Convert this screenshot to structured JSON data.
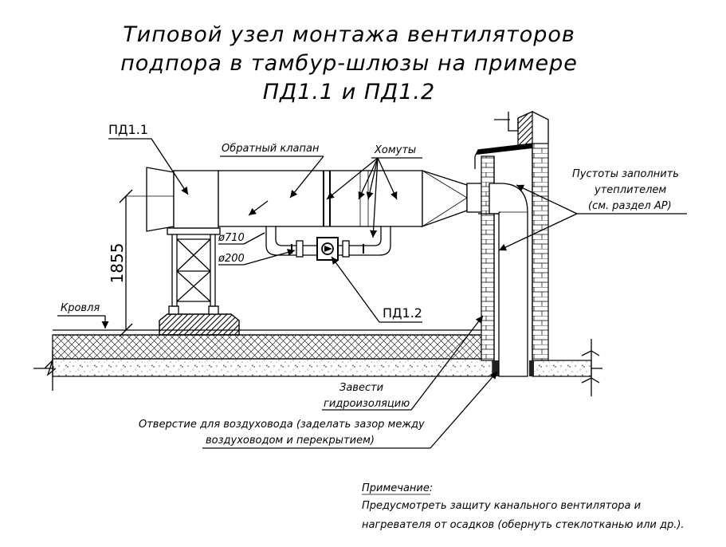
{
  "title": {
    "line1": "Типовой узел монтажа вентиляторов",
    "line2": "подпора в тамбур-шлюзы на примере",
    "line3": "ПД1.1  и  ПД1.2"
  },
  "labels": {
    "pd11": "ПД1.1",
    "pd12": "ПД1.2",
    "check_valve": "Обратный клапан",
    "clamps": "Хомуты",
    "d710": "ø710",
    "d200": "ø200",
    "roof": "Кровля",
    "dimension": "1855",
    "voids_line1": "Пустоты заполнить",
    "voids_line2": "утеплителем",
    "voids_line3": "(см. раздел АР)",
    "waterproof_line1": "Завести",
    "waterproof_line2": "гидроизоляцию",
    "opening_line1": "Отверстие для воздуховода (заделать зазор между",
    "opening_line2": "воздуховодом  и  перекрытием)"
  },
  "note": {
    "heading": "Примечание:",
    "line1": "Предусмотреть защиту канального вентилятора и",
    "line2": "нагревателя от осадков (обернуть стеклотканью или др.)."
  }
}
